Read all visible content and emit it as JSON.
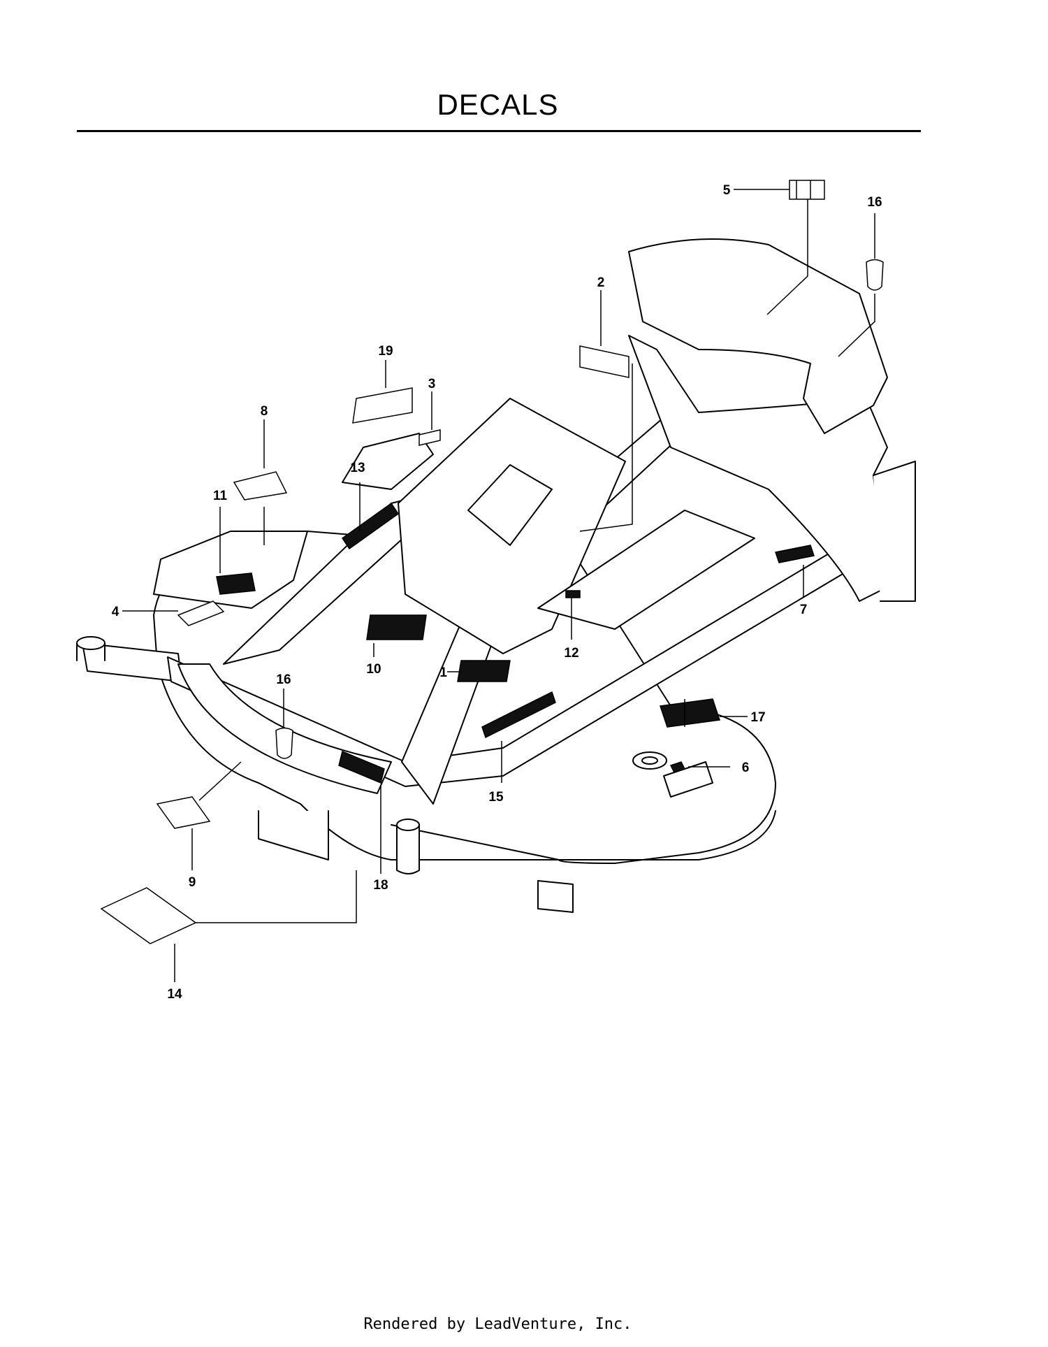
{
  "header": {
    "title": "DECALS"
  },
  "callouts": [
    "1",
    "2",
    "3",
    "4",
    "5",
    "6",
    "7",
    "8",
    "9",
    "10",
    "11",
    "12",
    "13",
    "14",
    "15",
    "16",
    "16",
    "17",
    "18",
    "19"
  ],
  "footer": {
    "credit": "Rendered by LeadVenture, Inc."
  }
}
